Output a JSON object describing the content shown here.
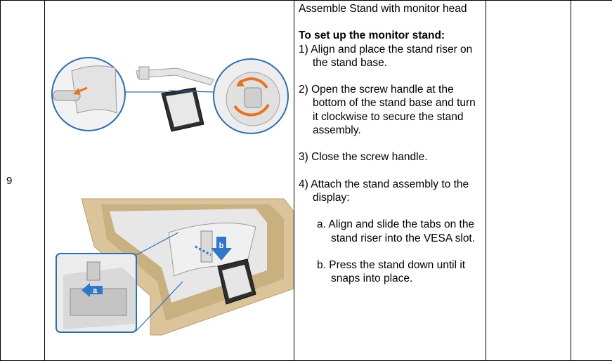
{
  "row": {
    "step_number": "9",
    "title": "Assemble Stand with monitor head",
    "subtitle": "To set up the monitor stand:",
    "steps": [
      "1) Align and place the stand riser on the stand base.",
      "2) Open the screw handle at the bottom of the stand base and turn it clockwise to secure the stand assembly.",
      "3) Close the screw handle.",
      "4) Attach the stand assembly to the display:"
    ],
    "substeps": [
      "a. Align and slide the tabs on the stand riser into the VESA slot.",
      "b. Press the stand down until it snaps into place."
    ],
    "callouts": {
      "a": "a",
      "b": "b"
    }
  },
  "colors": {
    "orange_arrow": "#e8731e",
    "blue_arrow": "#2f77c8",
    "cardboard": "#dcc49a",
    "circle_border": "#2a6fb8"
  }
}
